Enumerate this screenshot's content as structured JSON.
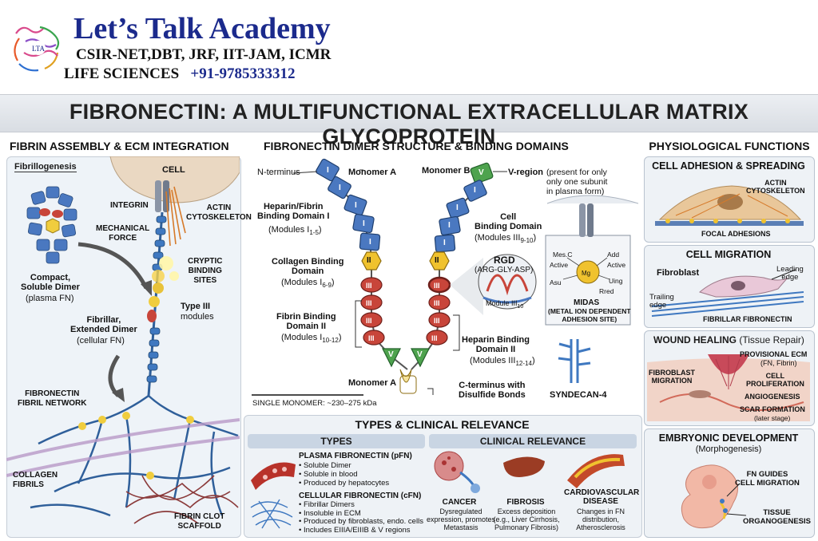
{
  "header": {
    "logo_text": "LTA",
    "title": "Let’s Talk Academy",
    "subtitle": "CSIR-NET,DBT, JRF, IIT-JAM, ICMR",
    "life_sciences": "LIFE SCIENCES",
    "phone": "+91-9785333312"
  },
  "banner": "FIBRONECTIN: A MULTIFUNCTIONAL EXTRACELLULAR MATRIX GLYCOPROTEIN",
  "left": {
    "heading": "FIBRIN ASSEMBLY & ECM INTEGRATION",
    "fibrillogenesis": "Fibrillogenesis",
    "cell": "CELL",
    "integrin": "INTEGRIN",
    "actin": "ACTIN\nCYTOSKELETON",
    "mech_force": "MECHANICAL\nFORCE",
    "cryptic": "CRYPTIC\nBINDING\nSITES",
    "type3": "Type III",
    "modules": "modules",
    "compact": "Compact,\nSoluble Dimer",
    "plasma": "(plasma FN)",
    "fibrillar": "Fibrillar,\nExtended Dimer",
    "cellular": "(cellular FN)",
    "network": "FIBRONECTIN\nFIBRIL NETWORK",
    "collagen": "COLLAGEN\nFIBRILS",
    "clot": "FIBRIN CLOT\nSCAFFOLD"
  },
  "middle": {
    "heading": "FIBRONECTIN DIMER STRUCTURE & BINDING DOMAINS",
    "nterm": "N-terminus",
    "monoA": "Monomer A",
    "monoB": "Monomer B",
    "vregion": "V-region",
    "vnote": "(present for only\nonly one subunit\nin plasma form)",
    "hep1": "Heparin/Fibrin\nBinding Domain I",
    "hep1_mod": "(Modules I",
    "hep1_sub": "1-5",
    "coll": "Collagen Binding\nDomain",
    "coll_mod": "(Modules I",
    "coll_sub": "6-9",
    "fib2": "Fibrin Binding\nDomain II",
    "fib2_mod": "(Modules I",
    "fib2_sub": "10-12",
    "cellbd": "Cell\nBinding Domain",
    "cellbd_mod": "(Modules III",
    "cellbd_sub": "9-10",
    "rgd": "RGD",
    "rgd_seq": "(ARG-GLY-ASP)",
    "module3": "Module III",
    "module3_sub": "10",
    "midas": "MIDAS",
    "midas_full": "(METAL ION DEPENDENT\nADHESION SITE)",
    "mg": "Mg",
    "hep2": "Heparin Binding\nDomain II",
    "hep2_mod": "(Modules III",
    "hep2_sub": "12-14",
    "cterm": "C-terminus with\nDisulfide Bonds",
    "monoA2": "Monomer A",
    "syndecan": "SYNDECAN-4",
    "single": "SINGLE MONOMER: ~230–275 kDa",
    "mod_labels": {
      "I": "I",
      "II": "II",
      "III": "III",
      "V": "V"
    },
    "midas_labels": [
      "Mes.C",
      "Add",
      "Active",
      "Active",
      "Asu",
      "Mg",
      "Uing",
      "Rred"
    ]
  },
  "types": {
    "heading": "TYPES & CLINICAL RELEVANCE",
    "types_bar": "TYPES",
    "clinical_bar": "CLINICAL RELEVANCE",
    "pfn_title": "PLASMA FIBRONECTIN (pFN)",
    "pfn_items": [
      "• Soluble Dimer",
      "• Soluble in blood",
      "• Produced by hepatocytes"
    ],
    "cfn_title": "CELLULAR FIBRONECTIN (cFN)",
    "cfn_items": [
      "• Fibrillar Dimers",
      "• Insoluble in ECM",
      "• Produced by fibroblasts, endo. cells",
      "• Includes EIIIA/EIIIB & V regions"
    ],
    "cancer": "CANCER",
    "cancer_desc": "Dysregulated\nexpression, promotes\nMetastasis",
    "fibrosis": "FIBROSIS",
    "fibrosis_desc": "Excess deposition\n(e.g., Liver Cirrhosis,\nPulmonary Fibrosis)",
    "cardio": "CARDIOVASCULAR\nDISEASE",
    "cardio_desc": "Changes in FN\ndistribution,\nAtherosclerosis"
  },
  "right": {
    "heading": "PHYSIOLOGICAL FUNCTIONS",
    "p1_title": "CELL ADHESION & SPREADING",
    "p1_actin": "ACTIN\nCYTOSKELETON",
    "p1_focal": "FOCAL ADHESIONS",
    "p2_title": "CELL MIGRATION",
    "p2_fibro": "Fibroblast",
    "p2_lead": "Leading\nedge",
    "p2_trail": "Trailing\nedge",
    "p2_fn": "FIBRILLAR FIBRONECTIN",
    "p3_title": "WOUND HEALING",
    "p3_sub": "(Tissue Repair)",
    "p3_prov": "PROVISIONAL ECM",
    "p3_prov_sub": "(FN, Fibrin)",
    "p3_mig": "FIBROBLAST\nMIGRATION",
    "p3_prolif": "CELL\nPROLIFERATION",
    "p3_angio": "ANGIOGENESIS",
    "p3_scar": "SCAR FORMATION",
    "p3_later": "(later stage)",
    "p4_title": "EMBRYONIC DEVELOPMENT",
    "p4_sub": "(Morphogenesis)",
    "p4_guide": "FN GUIDES\nCELL MIGRATION",
    "p4_tissue": "TISSUE\nORGANOGENESIS"
  }
}
